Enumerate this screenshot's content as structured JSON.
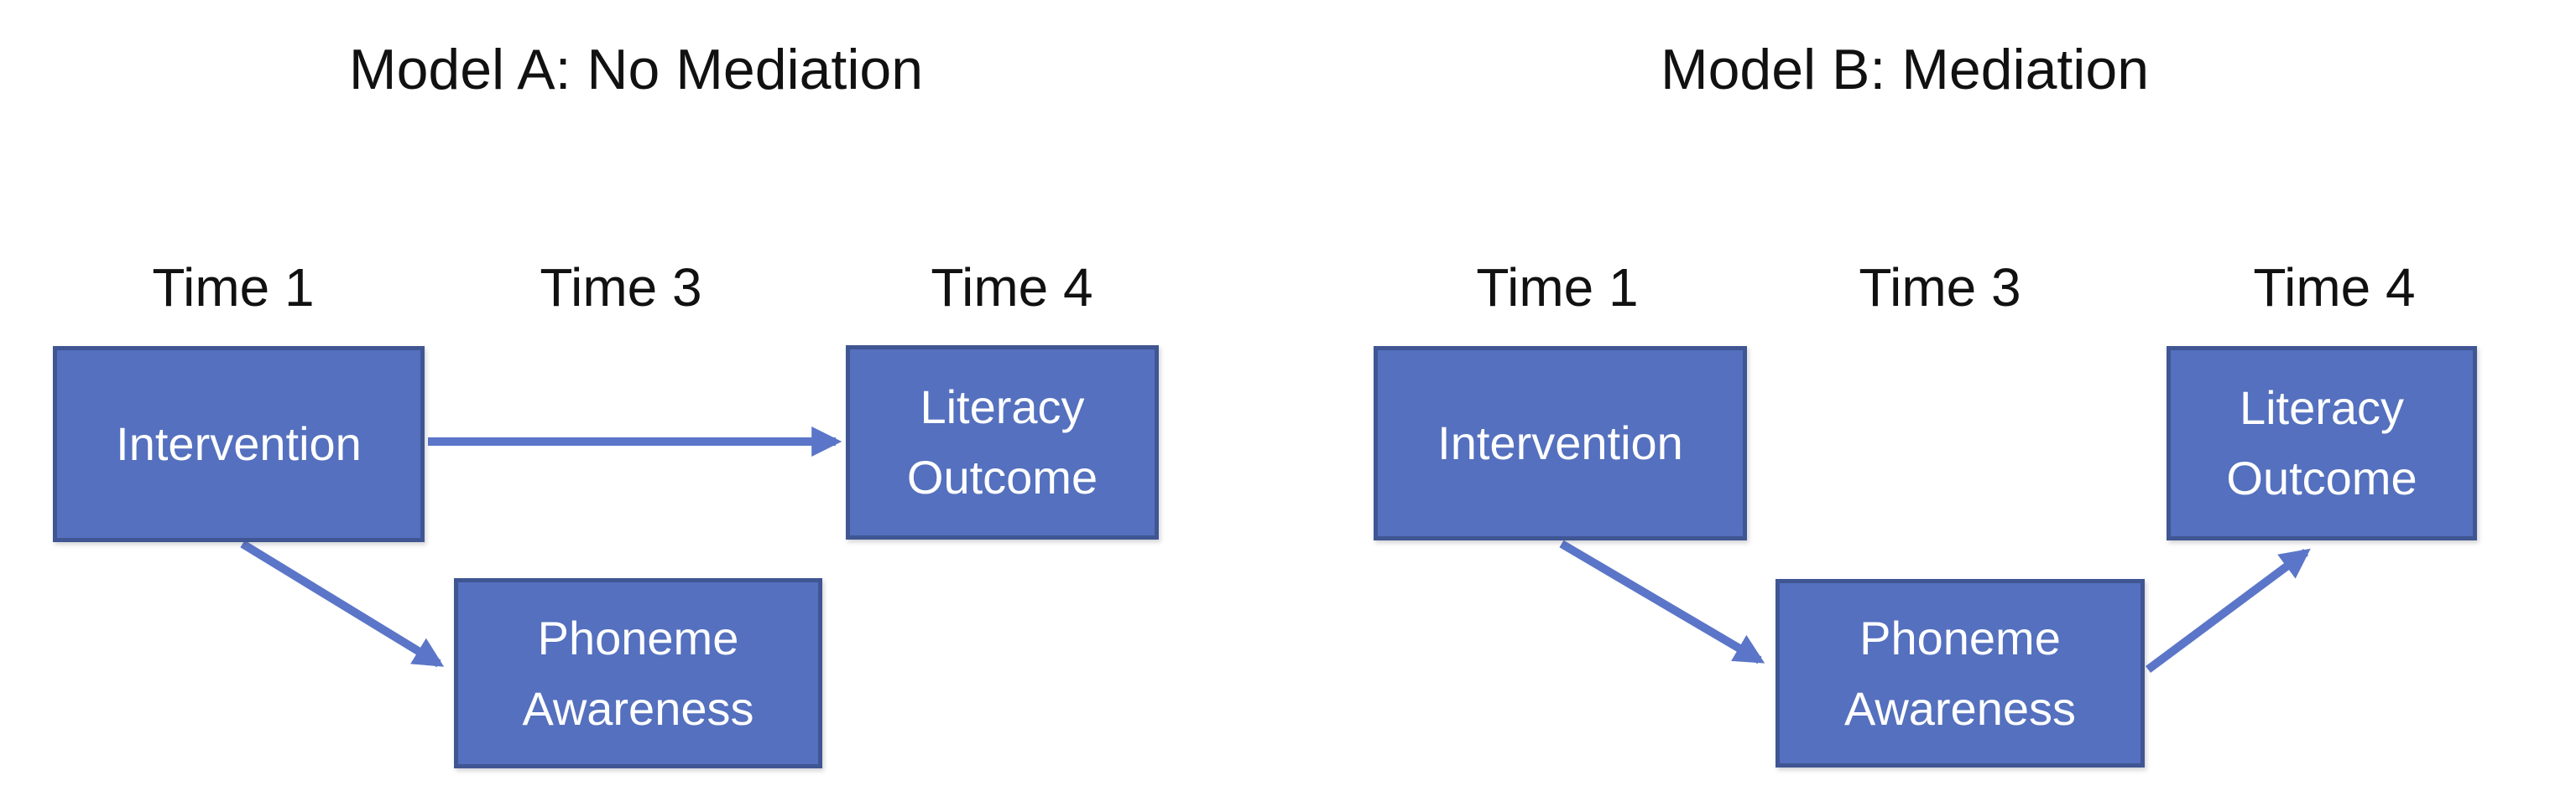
{
  "colors": {
    "box_fill": "#5470BE",
    "box_border": "#3F5693",
    "arrow": "#5B76C8",
    "box_text": "#FFFFFF",
    "label_text": "#111111",
    "background": "#FFFFFF"
  },
  "models": [
    {
      "title": "Model A: No Mediation",
      "time_labels": [
        "Time 1",
        "Time 3",
        "Time 4"
      ],
      "boxes": {
        "intervention": "Intervention",
        "mediator": "Phoneme Awareness",
        "outcome": "Literacy Outcome"
      },
      "arrows": [
        "intervention-to-outcome",
        "intervention-to-mediator"
      ]
    },
    {
      "title": "Model B: Mediation",
      "time_labels": [
        "Time 1",
        "Time 3",
        "Time 4"
      ],
      "boxes": {
        "intervention": "Intervention",
        "mediator": "Phoneme Awareness",
        "outcome": "Literacy Outcome"
      },
      "arrows": [
        "intervention-to-mediator",
        "mediator-to-outcome"
      ]
    }
  ]
}
